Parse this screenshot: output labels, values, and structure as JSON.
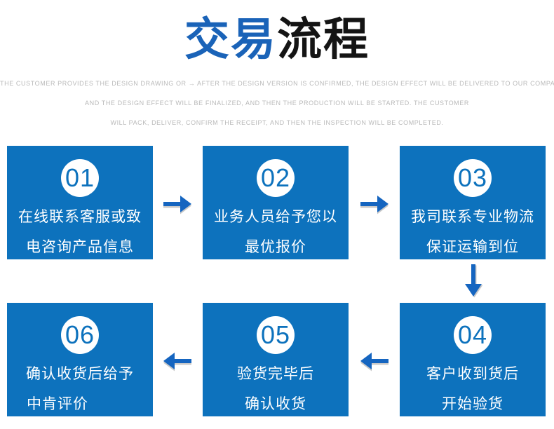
{
  "title": {
    "blue_part": "交易",
    "dark_part": "流程"
  },
  "subtitle": {
    "lines": [
      "THE CUSTOMER PROVIDES THE DESIGN DRAWING OR → AFTER THE DESIGN VERSION IS CONFIRMED, THE DESIGN EFFECT WILL BE DELIVERED TO OUR COMPANY,",
      "AND THE DESIGN EFFECT WILL BE FINALIZED, AND THEN THE PRODUCTION WILL BE STARTED. THE CUSTOMER",
      "WILL PACK, DELIVER, CONFIRM THE RECEIPT, AND THEN THE INSPECTION WILL BE COMPLETED."
    ]
  },
  "steps": [
    {
      "number": "01",
      "line1": "在线联系客服或致",
      "line2": "电咨询产品信息"
    },
    {
      "number": "02",
      "line1": "业务人员给予您以",
      "line2": "最优报价"
    },
    {
      "number": "03",
      "line1": "我司联系专业物流",
      "line2": "保证运输到位"
    },
    {
      "number": "04",
      "line1": "客户收到货后",
      "line2": "开始验货"
    },
    {
      "number": "05",
      "line1": "验货完毕后",
      "line2": "确认收货"
    },
    {
      "number": "06",
      "line1": "确认收货后给予",
      "line2": "中肯评价"
    }
  ],
  "flow": {
    "order": [
      "01",
      "02",
      "03",
      "04",
      "05",
      "06"
    ],
    "arrows": [
      "right",
      "right",
      "down",
      "left",
      "left"
    ]
  },
  "colors": {
    "box_blue": "#0d72bd",
    "title_blue": "#1a63b8",
    "title_dark": "#141414",
    "arrow_blue": "#1565c0",
    "arrow_shadow_gray": "#9b9b9b",
    "subtitle_gray": "#b9b9b9",
    "circle_bg": "#ffffff",
    "step_text": "#ffffff",
    "page_bg": "#ffffff"
  }
}
